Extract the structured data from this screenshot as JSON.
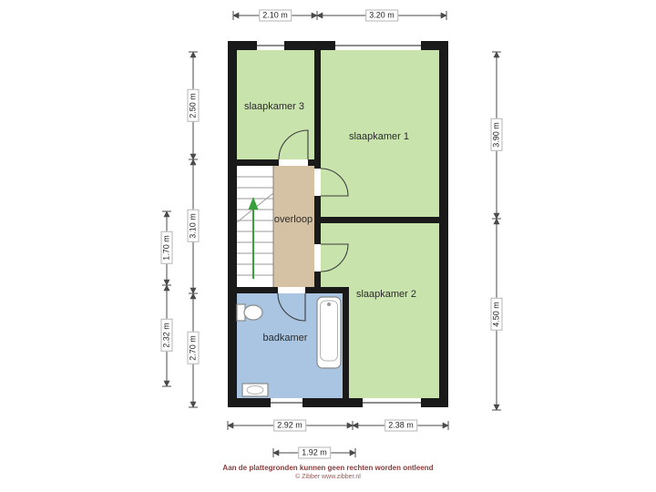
{
  "plan": {
    "rooms": [
      {
        "id": "slaapkamer-3",
        "label": "slaapkamer 3"
      },
      {
        "id": "slaapkamer-1",
        "label": "slaapkamer 1"
      },
      {
        "id": "overloop",
        "label": "overloop"
      },
      {
        "id": "slaapkamer-2",
        "label": "slaapkamer 2"
      },
      {
        "id": "badkamer",
        "label": "badkamer"
      }
    ],
    "dimensions": {
      "top": [
        "2.10 m",
        "3.20 m"
      ],
      "bottom": [
        "2.92 m",
        "2.38 m"
      ],
      "bottom_inner": [
        "1.92 m"
      ],
      "right": [
        "3.90 m",
        "4.50 m"
      ],
      "left_inner": [
        "2.50 m",
        "3.10 m",
        "2.70 m"
      ],
      "left_outer": [
        "1.70 m",
        "2.32 m"
      ]
    }
  },
  "footer": {
    "disclaimer": "Aan de plattegronden kunnen geen rechten worden ontleend",
    "copyright": "© Zibber www.zibber.nl"
  },
  "colors": {
    "bedroom": "#c9e3ad",
    "landing": "#d5c2a5",
    "bathroom": "#a9c5e1",
    "wall": "#1a1a1a",
    "stairs_arrow": "#37a03c"
  }
}
